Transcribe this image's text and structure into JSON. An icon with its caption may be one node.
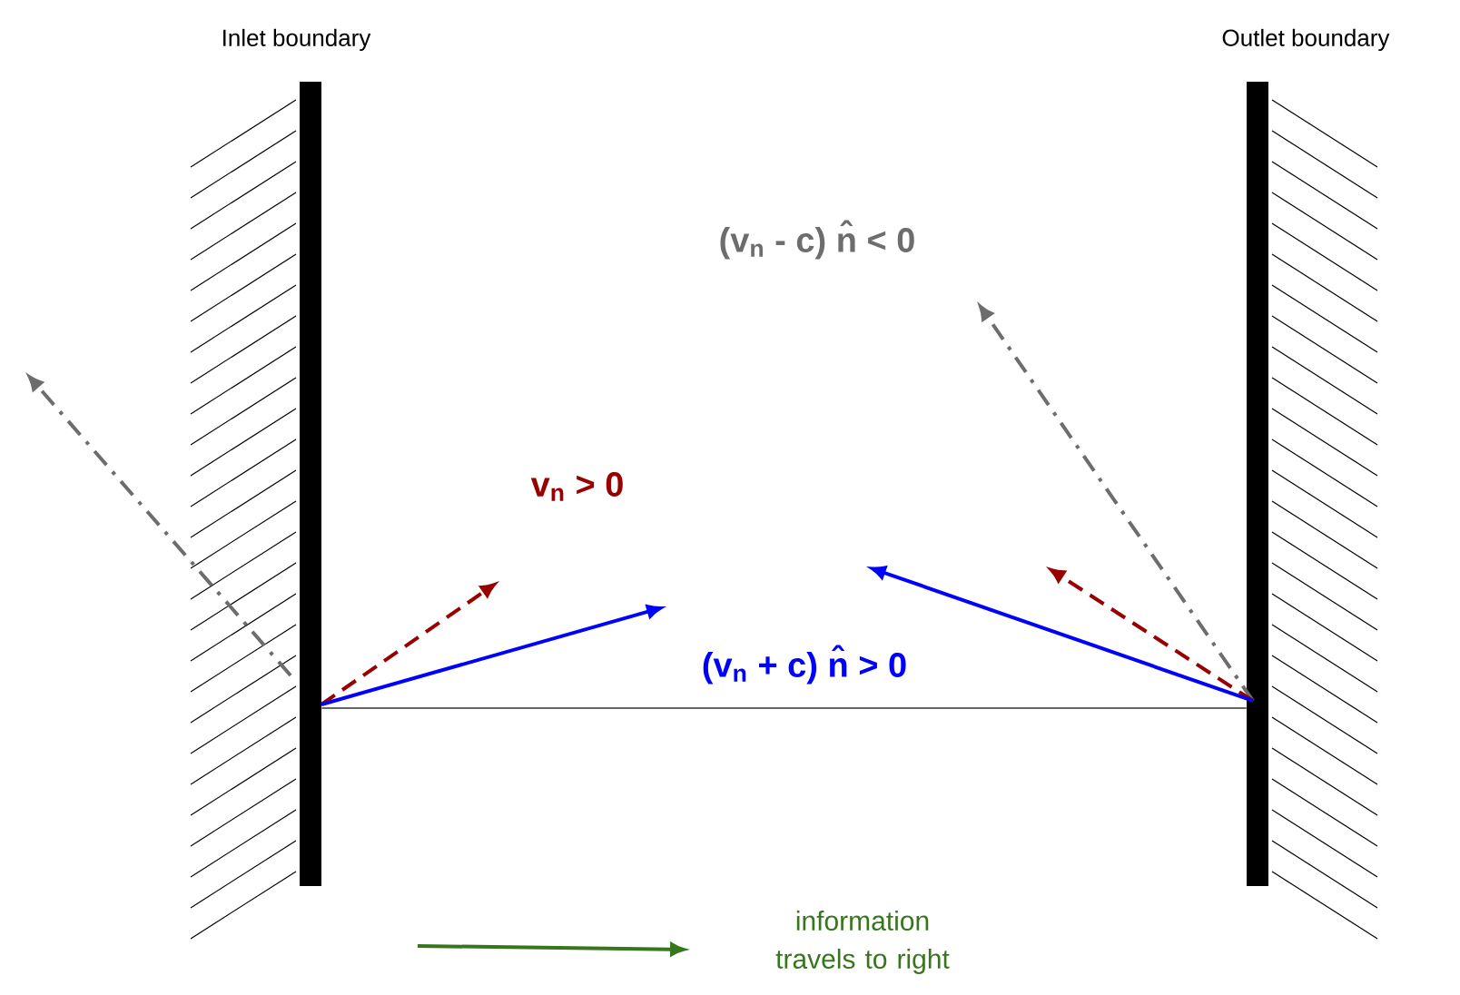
{
  "diagram": {
    "nodes": [
      {
        "text": [
          "Inlet boundary"
        ]
      },
      {
        "text": [
          "Outlet boundary"
        ]
      }
    ],
    "edges": [
      {
        "from": 0,
        "to": 1,
        "arrow": "none"
      }
    ],
    "labels": [
      "(v$_{n}$ -  c) n̂ < 0",
      "v$_{n}$ >  0",
      "(v$_{n}$ + c) n̂ > 0",
      "information travels to right"
    ]
  }
}
